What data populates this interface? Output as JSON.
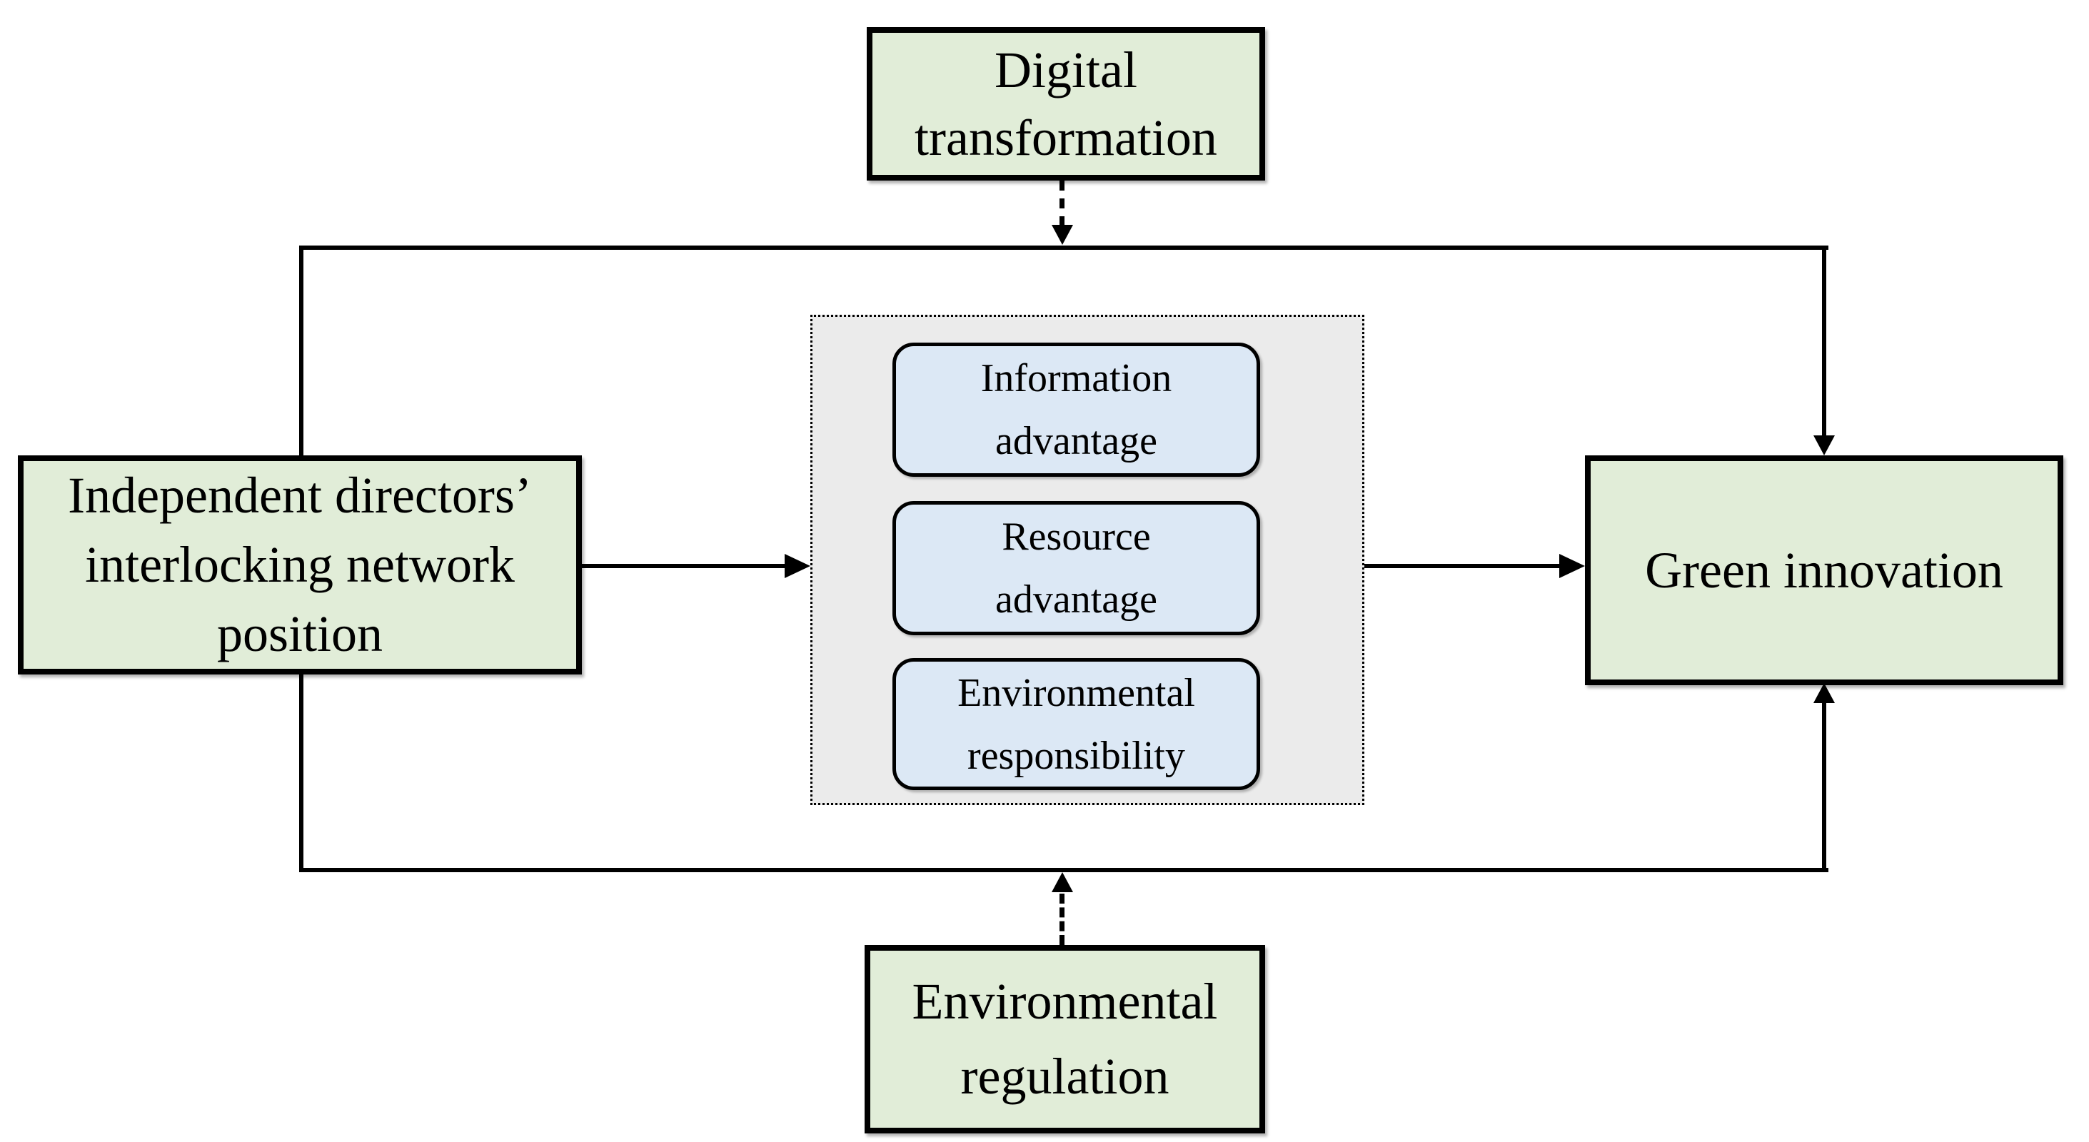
{
  "diagram": {
    "nodes": {
      "digital_transformation": {
        "label": "Digital transformation"
      },
      "independent_directors": {
        "label": "Independent directors’ interlocking network position"
      },
      "green_innovation": {
        "label": "Green innovation"
      },
      "environmental_regulation": {
        "label": "Environmental regulation"
      },
      "mediators": [
        {
          "label": "Information advantage"
        },
        {
          "label": "Resource advantage"
        },
        {
          "label": "Environmental responsibility"
        }
      ]
    },
    "edges": [
      {
        "from": "independent_directors",
        "to": "mediators",
        "style": "solid-arrow"
      },
      {
        "from": "mediators",
        "to": "green_innovation",
        "style": "solid-arrow"
      },
      {
        "from": "independent_directors",
        "to": "green_innovation",
        "style": "solid-arrow",
        "route": "over-top"
      },
      {
        "from": "independent_directors",
        "to": "green_innovation",
        "style": "solid-arrow",
        "route": "under-bottom"
      },
      {
        "from": "digital_transformation",
        "to": "top-path",
        "style": "dashed-arrow"
      },
      {
        "from": "environmental_regulation",
        "to": "bottom-path",
        "style": "dashed-arrow"
      }
    ],
    "colors": {
      "node_fill_green": "#e1edd8",
      "mediator_fill_blue": "#dce8f5",
      "mediator_container_fill": "#ebebeb",
      "border_and_line": "#000000",
      "background": "#ffffff"
    }
  }
}
